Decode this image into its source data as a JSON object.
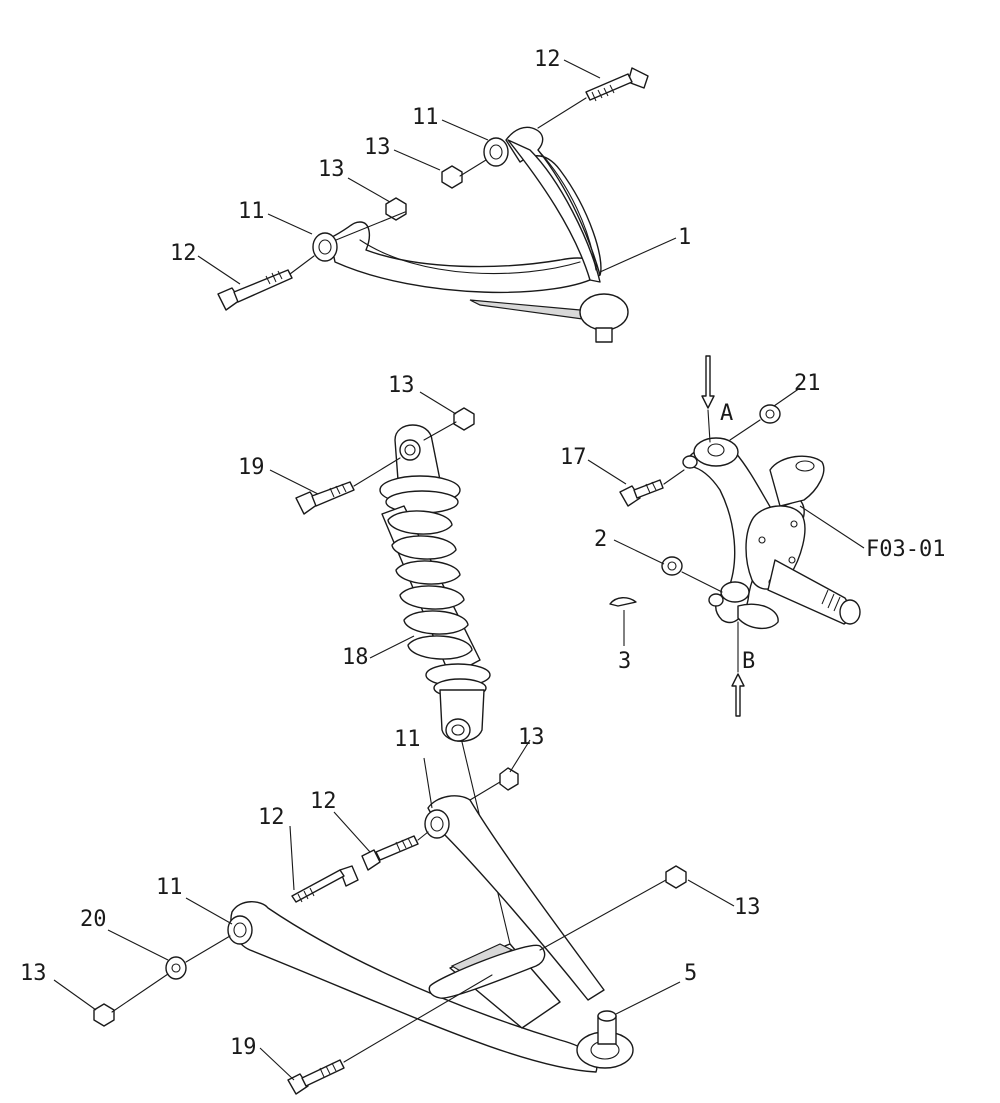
{
  "callouts": {
    "c1": "1",
    "c2": "2",
    "c3": "3",
    "c5": "5",
    "c11a": "11",
    "c11b": "11",
    "c11c": "11",
    "c11d": "11",
    "c12a": "12",
    "c12b": "12",
    "c12c": "12",
    "c12d": "12",
    "c13a": "13",
    "c13b": "13",
    "c13c": "13",
    "c13d": "13",
    "c13e": "13",
    "c13f": "13",
    "c17": "17",
    "c18": "18",
    "c19a": "19",
    "c19b": "19",
    "c20": "20",
    "c21": "21",
    "ref": "F03-01",
    "arrowA": "A",
    "arrowB": "B"
  },
  "colors": {
    "line": "#1a1a1a",
    "background": "#ffffff",
    "shade": "#d8d8d8"
  }
}
